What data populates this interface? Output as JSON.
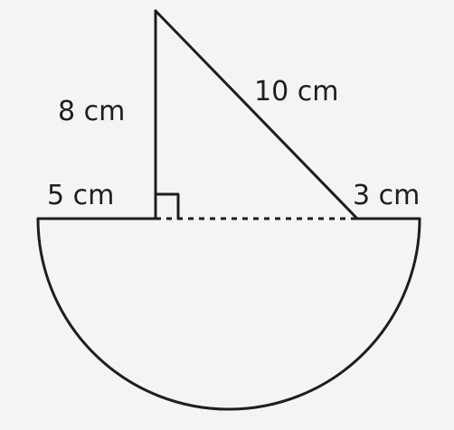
{
  "figure": {
    "labels": {
      "height": "8 cm",
      "hypotenuse": "10 cm",
      "left_segment": "5 cm",
      "right_segment": "3 cm"
    }
  }
}
